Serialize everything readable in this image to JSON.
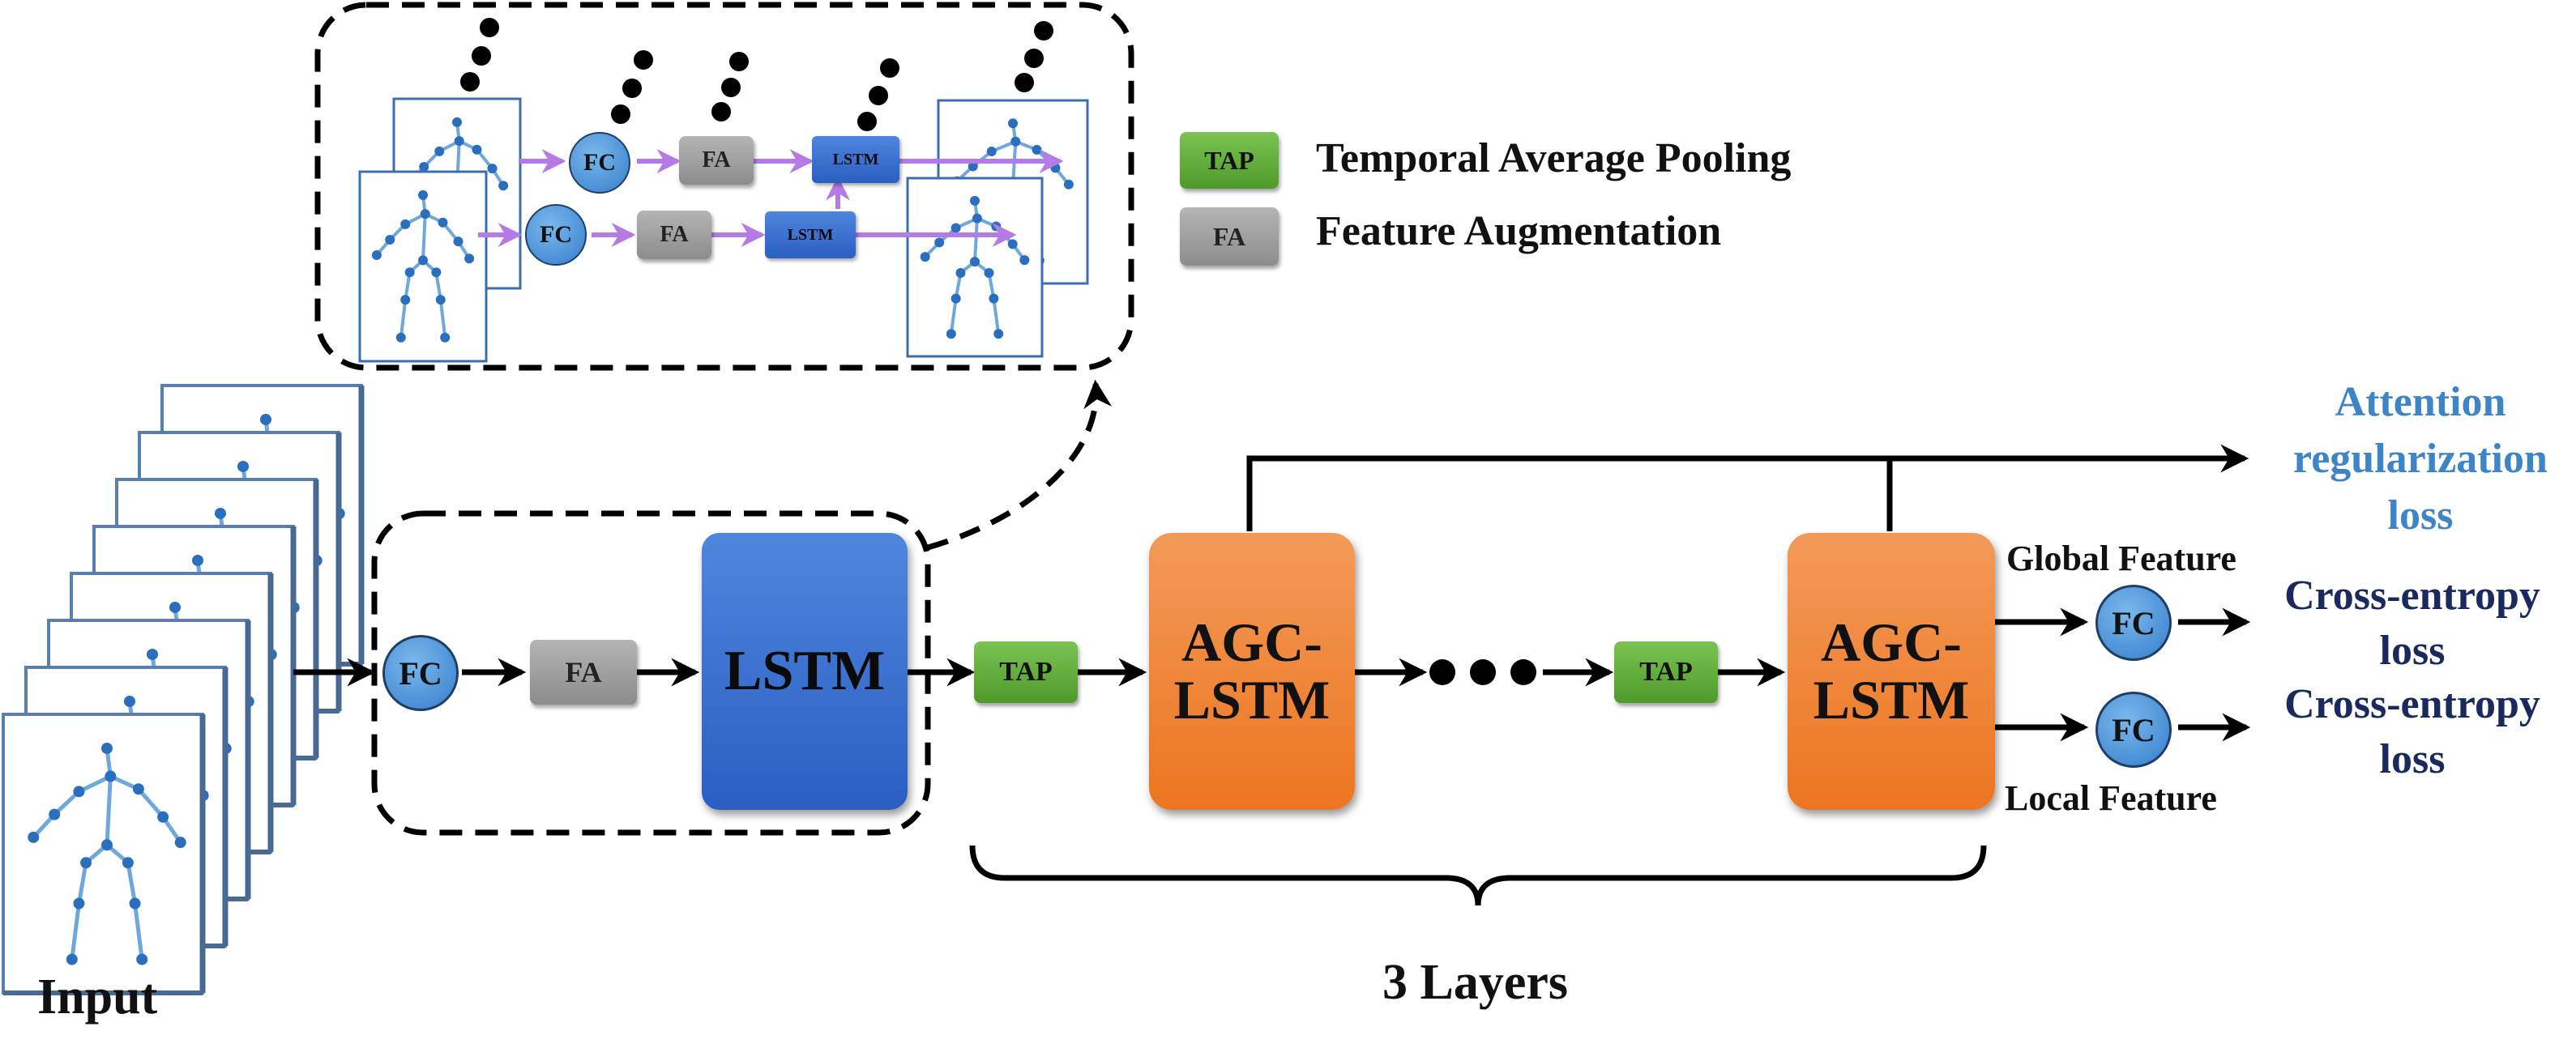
{
  "input_label": "Input",
  "main": {
    "fc": "FC",
    "fa": "FA",
    "lstm": "LSTM",
    "tap1": "TAP",
    "agc1": "AGC-\nLSTM",
    "tap2": "TAP",
    "agc2": "AGC-\nLSTM"
  },
  "inset": {
    "fc_top": "FC",
    "fa_top": "FA",
    "lstm_top": "LSTM",
    "fc_bottom": "FC",
    "fa_bottom": "FA",
    "lstm_bottom": "LSTM"
  },
  "legend": {
    "tap_key": "TAP",
    "tap_text": "Temporal Average Pooling",
    "fa_key": "FA",
    "fa_text": "Feature Augmentation"
  },
  "outputs": {
    "attention_loss": "Attention\nregularization\nloss",
    "global_feature": "Global Feature",
    "local_feature": "Local Feature",
    "fc_global": "FC",
    "fc_local": "FC",
    "ce_loss_1": "Cross-entropy\nloss",
    "ce_loss_2": "Cross-entropy\nloss"
  },
  "layers_label": "3 Layers",
  "colors": {
    "attention_text": "#3d85c6",
    "loss_text": "#1a2a5e",
    "fc_fill": "#4a8fd6",
    "fa_fill": "#9e9e9e",
    "tap_fill": "#5fae3a",
    "lstm_fill": "#2f66c8",
    "agc_fill": "#ef8233",
    "skeleton": "#6fa8dc",
    "joint": "#2a6fbd",
    "inset_arrow": "#b57ae6"
  }
}
